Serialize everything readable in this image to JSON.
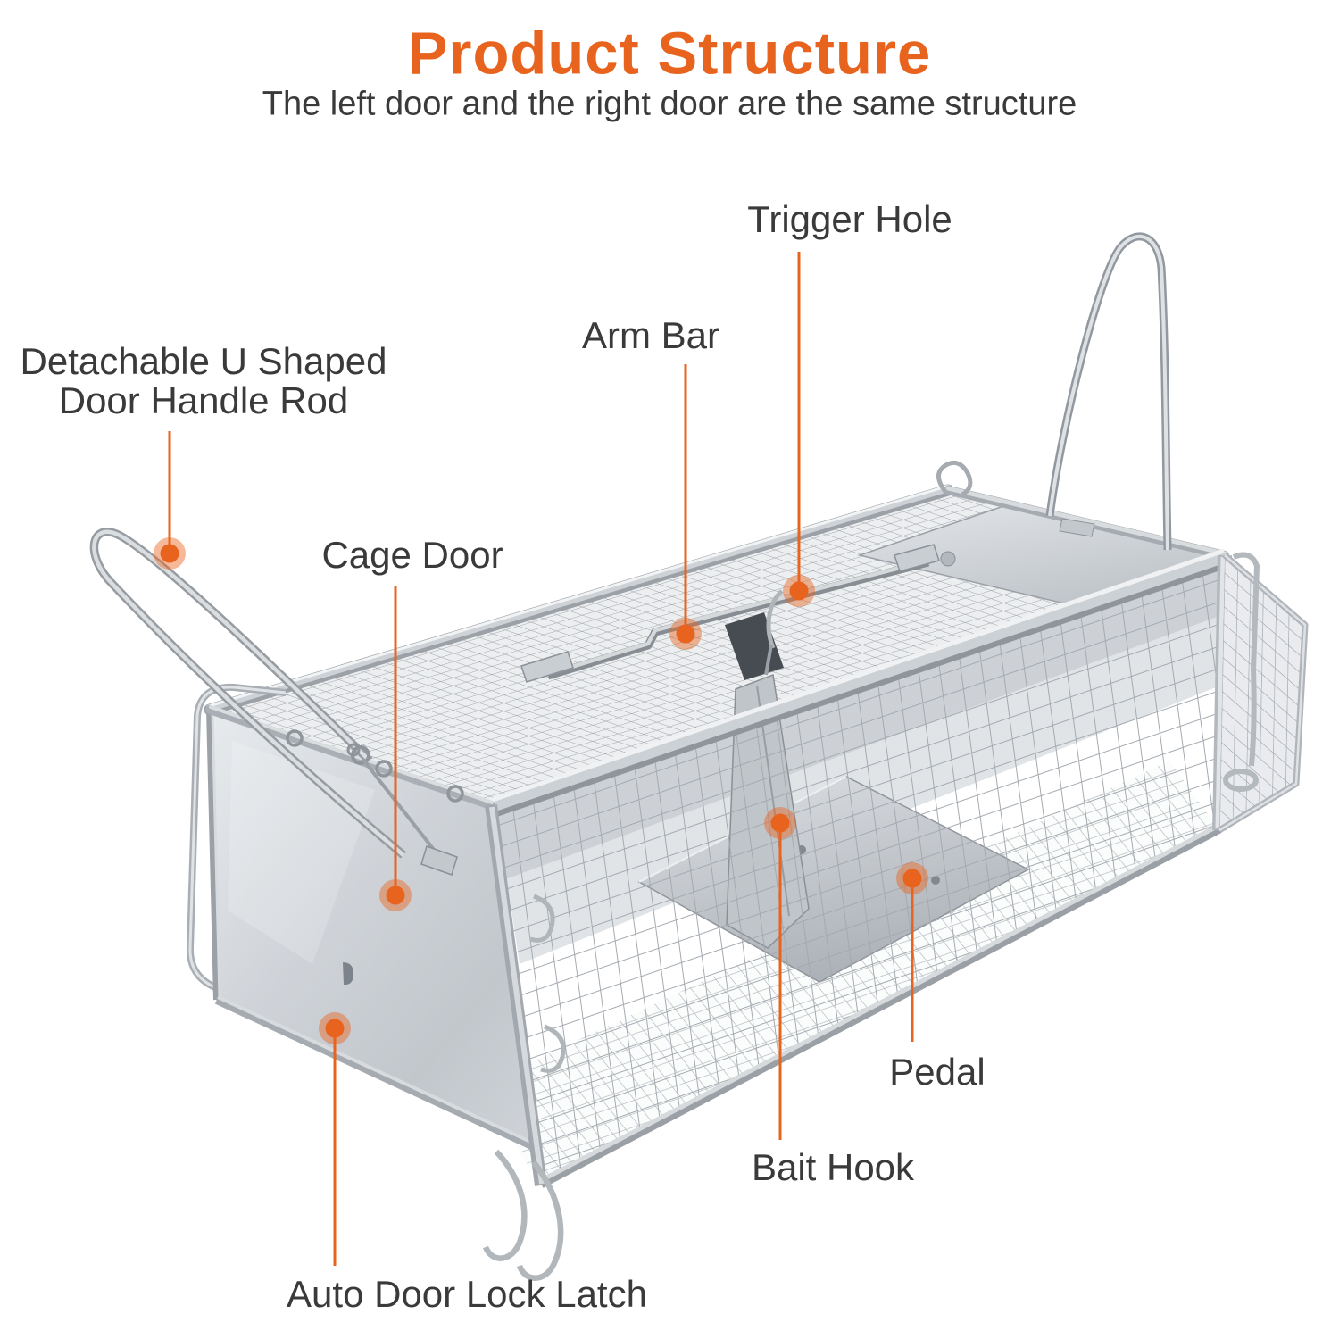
{
  "header": {
    "title": "Product Structure",
    "subtitle": "The left door and the right door are the same structure"
  },
  "callouts": {
    "handle": {
      "line1": "Detachable U Shaped",
      "line2": "Door Handle Rod"
    },
    "cage_door": {
      "label": "Cage Door"
    },
    "arm_bar": {
      "label": "Arm Bar"
    },
    "trigger_hole": {
      "label": "Trigger Hole"
    },
    "pedal": {
      "label": "Pedal"
    },
    "bait_hook": {
      "label": "Bait Hook"
    },
    "auto_door_lock_latch": {
      "label": "Auto Door Lock Latch"
    }
  },
  "colors": {
    "accent": "#E8641E",
    "label_text": "#3A3A3A",
    "background": "#FFFFFF",
    "metal_light": "#ECEEF0",
    "metal_mid": "#C9CED3",
    "metal_dark": "#9AA0A6"
  }
}
